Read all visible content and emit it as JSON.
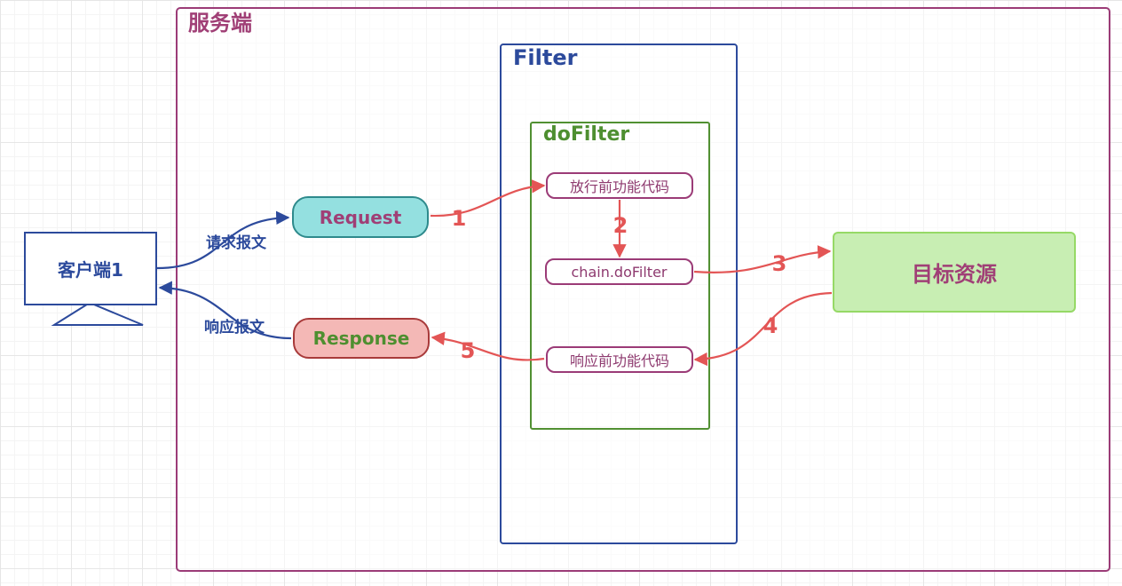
{
  "server": {
    "title": "服务端"
  },
  "filter": {
    "title": "Filter"
  },
  "dofilter": {
    "title": "doFilter",
    "steps": {
      "pre": "放行前功能代码",
      "chain": "chain.doFilter",
      "post": "响应前功能代码"
    }
  },
  "client": {
    "label": "客户端1"
  },
  "request": {
    "label": "Request"
  },
  "response": {
    "label": "Response"
  },
  "target": {
    "label": "目标资源"
  },
  "edges": {
    "request_message": "请求报文",
    "response_message": "响应报文",
    "step_1": "1",
    "step_2": "2",
    "step_3": "3",
    "step_4": "4",
    "step_5": "5"
  },
  "colors": {
    "server_border": "#9b3b77",
    "filter_border": "#2c4a9c",
    "dofilter_border": "#519032",
    "flow_arrow": "#e35555",
    "client_arrow": "#2c4a9c"
  }
}
